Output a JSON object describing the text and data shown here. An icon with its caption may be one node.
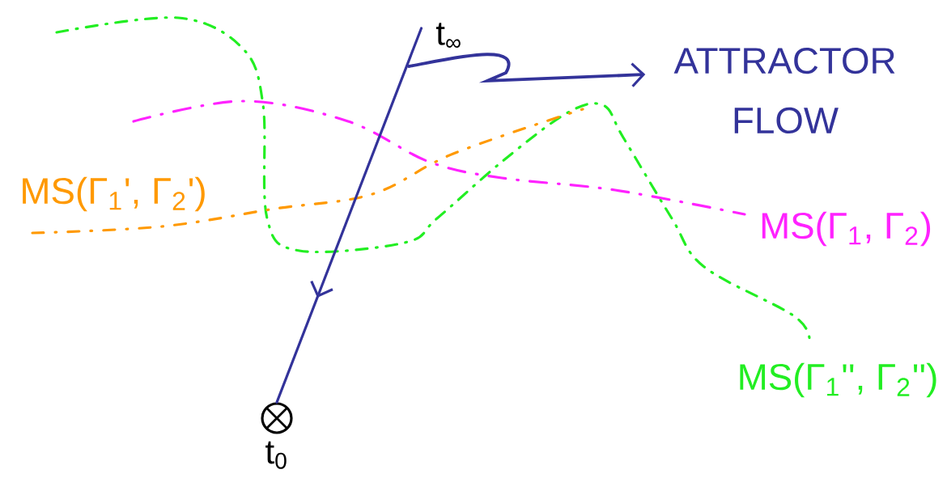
{
  "diagram": {
    "nodes": [
      {
        "text": [
          "t$_{∞}$"
        ]
      },
      {
        "text": [],
        "shape": "circle",
        "beside": [
          "t$_{0}$"
        ]
      },
      {
        "text": [
          "ATTRACTOR FLOW"
        ]
      }
    ],
    "edges": [
      {
        "from": 0,
        "to": 1,
        "arrow": "to"
      },
      {
        "from": null,
        "to": 2,
        "arrow": "to"
      }
    ],
    "labels": [
      "MS(Γ$_{1}$', Γ$_{2}$')",
      "MS(Γ$_{1}$, Γ$_{2}$)",
      "MS(Γ$_{1}$'', Γ$_{2}$'')"
    ]
  }
}
